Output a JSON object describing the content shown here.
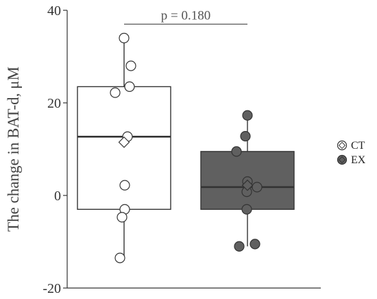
{
  "chart_data": {
    "type": "boxplot",
    "title": "",
    "xlabel": "",
    "ylabel": "The change in BAT-d, μM",
    "ylim": [
      -20,
      40
    ],
    "yticks": [
      -20,
      0,
      20,
      40
    ],
    "grid": false,
    "legend_position": "right",
    "annotation": {
      "text": "p = 0.180",
      "y": 37
    },
    "series": [
      {
        "name": "CT",
        "color": "#ffffff",
        "box": {
          "q1": -3,
          "median": 12.7,
          "q3": 23.5,
          "whisker_low": -13.5,
          "whisker_high": 34
        },
        "mean": 11.5,
        "points": [
          34,
          28,
          23.5,
          22.2,
          12.7,
          2.2,
          -3,
          -4.7,
          -13.5
        ]
      },
      {
        "name": "EX",
        "color": "#606060",
        "box": {
          "q1": -3,
          "median": 1.8,
          "q3": 9.5,
          "whisker_low": -11,
          "whisker_high": 17.3
        },
        "mean": 2.2,
        "points": [
          17.3,
          12.8,
          9.5,
          3,
          1.8,
          0.8,
          -3,
          -10.5,
          -11
        ]
      }
    ]
  }
}
